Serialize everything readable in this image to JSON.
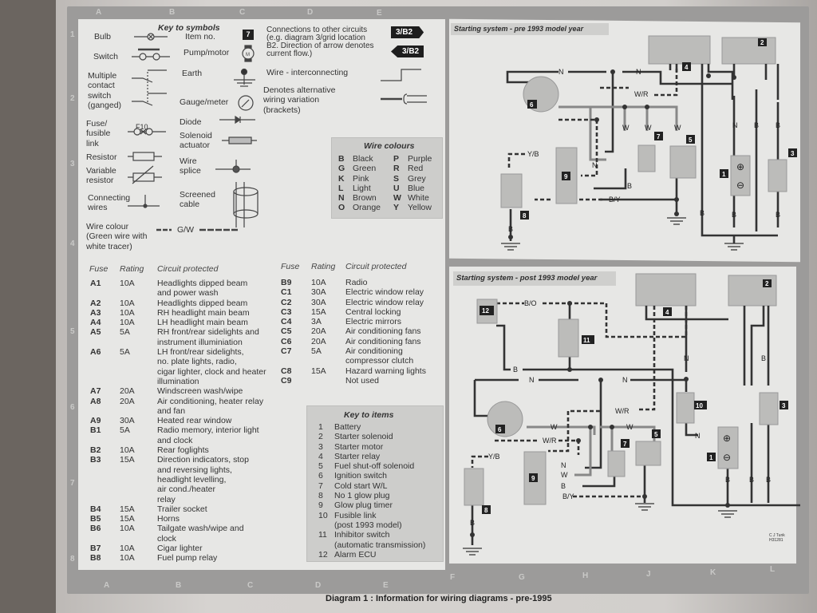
{
  "grid": {
    "top": [
      "A",
      "B",
      "C",
      "D",
      "E"
    ],
    "bottom": [
      "A",
      "B",
      "C",
      "D",
      "E",
      "F",
      "G",
      "H",
      "J",
      "K",
      "L"
    ],
    "left": [
      "1",
      "2",
      "3",
      "4",
      "5",
      "6",
      "7",
      "8"
    ]
  },
  "symbols": {
    "title": "Key to symbols",
    "bulb": "Bulb",
    "switch": "Switch",
    "multi": "Multiple\ncontact\nswitch\n(ganged)",
    "fuse": "Fuse/\nfusible\nlink",
    "fuse_tag": "F10",
    "resistor": "Resistor",
    "var_resistor": "Variable\nresistor",
    "connecting": "Connecting\nwires",
    "wire_colour": "Wire colour\n(Green wire with\nwhite tracer)",
    "gw": "G/W",
    "item_no": "Item no.",
    "item_sample": "7",
    "pump": "Pump/motor",
    "motor_m": "M",
    "earth": "Earth",
    "gauge": "Gauge/meter",
    "diode": "Diode",
    "solenoid": "Solenoid\nactuator",
    "splice": "Wire\nsplice",
    "screened": "Screened\ncable",
    "connections": "Connections to other circuits\n(e.g. diagram 3/grid location\nB2. Direction of arrow denotes\ncurrent flow.)",
    "arrow_label": "3/B2",
    "interconnecting": "Wire - interconnecting",
    "alternative": "Denotes alternative\nwiring variation\n(brackets)"
  },
  "wire_colours": {
    "title": "Wire colours",
    "items": [
      [
        "B",
        "Black"
      ],
      [
        "G",
        "Green"
      ],
      [
        "K",
        "Pink"
      ],
      [
        "L",
        "Light"
      ],
      [
        "N",
        "Brown"
      ],
      [
        "O",
        "Orange"
      ],
      [
        "P",
        "Purple"
      ],
      [
        "R",
        "Red"
      ],
      [
        "S",
        "Grey"
      ],
      [
        "U",
        "Blue"
      ],
      [
        "W",
        "White"
      ],
      [
        "Y",
        "Yellow"
      ]
    ]
  },
  "fuse_headers": {
    "fuse": "Fuse",
    "rating": "Rating",
    "circuit": "Circuit protected"
  },
  "fuses_left": [
    {
      "fuse": "A1",
      "rating": "10A",
      "circuit": "Headlights dipped beam\nand power wash"
    },
    {
      "fuse": "A2",
      "rating": "10A",
      "circuit": "Headlights dipped beam"
    },
    {
      "fuse": "A3",
      "rating": "10A",
      "circuit": "RH headlight main beam"
    },
    {
      "fuse": "A4",
      "rating": "10A",
      "circuit": "LH headlight main beam"
    },
    {
      "fuse": "A5",
      "rating": "5A",
      "circuit": "RH front/rear sidelights and\ninstrument illuminiation"
    },
    {
      "fuse": "A6",
      "rating": "5A",
      "circuit": "LH front/rear sidelights,\nno. plate lights, radio,\ncigar lighter, clock and heater\nillumination"
    },
    {
      "fuse": "A7",
      "rating": "20A",
      "circuit": "Windscreen wash/wipe"
    },
    {
      "fuse": "A8",
      "rating": "20A",
      "circuit": "Air conditioning, heater relay\nand fan"
    },
    {
      "fuse": "A9",
      "rating": "30A",
      "circuit": "Heated rear window"
    },
    {
      "fuse": "B1",
      "rating": "5A",
      "circuit": "Radio memory, interior light\nand clock"
    },
    {
      "fuse": "B2",
      "rating": "10A",
      "circuit": "Rear foglights"
    },
    {
      "fuse": "B3",
      "rating": "15A",
      "circuit": "Direction indicators, stop\nand reversing lights,\nheadlight levelling,\nair cond./heater\nrelay"
    },
    {
      "fuse": "B4",
      "rating": "15A",
      "circuit": "Trailer socket"
    },
    {
      "fuse": "B5",
      "rating": "15A",
      "circuit": "Horns"
    },
    {
      "fuse": "B6",
      "rating": "10A",
      "circuit": "Tailgate wash/wipe and\nclock"
    },
    {
      "fuse": "B7",
      "rating": "10A",
      "circuit": "Cigar lighter"
    },
    {
      "fuse": "B8",
      "rating": "10A",
      "circuit": "Fuel pump relay"
    }
  ],
  "fuses_right": [
    {
      "fuse": "B9",
      "rating": "10A",
      "circuit": "Radio"
    },
    {
      "fuse": "C1",
      "rating": "30A",
      "circuit": "Electric window relay"
    },
    {
      "fuse": "C2",
      "rating": "30A",
      "circuit": "Electric window relay"
    },
    {
      "fuse": "C3",
      "rating": "15A",
      "circuit": "Central locking"
    },
    {
      "fuse": "C4",
      "rating": "3A",
      "circuit": "Electric mirrors"
    },
    {
      "fuse": "C5",
      "rating": "20A",
      "circuit": "Air conditioning fans"
    },
    {
      "fuse": "C6",
      "rating": "20A",
      "circuit": "Air conditioning fans"
    },
    {
      "fuse": "C7",
      "rating": "5A",
      "circuit": "Air conditioning\ncompressor clutch"
    },
    {
      "fuse": "C8",
      "rating": "15A",
      "circuit": "Hazard warning lights"
    },
    {
      "fuse": "C9",
      "rating": "",
      "circuit": "Not used"
    }
  ],
  "key_items": {
    "title": "Key to items",
    "items": [
      [
        "1",
        "Battery"
      ],
      [
        "2",
        "Starter solenoid"
      ],
      [
        "3",
        "Starter motor"
      ],
      [
        "4",
        "Starter relay"
      ],
      [
        "5",
        "Fuel shut-off solenoid"
      ],
      [
        "6",
        "Ignition switch"
      ],
      [
        "7",
        "Cold start W/L"
      ],
      [
        "8",
        "No 1 glow plug"
      ],
      [
        "9",
        "Glow plug timer"
      ],
      [
        "10",
        "Fusible link\n(post 1993 model)"
      ],
      [
        "11",
        "Inhibitor switch\n(automatic transmission)"
      ],
      [
        "12",
        "Alarm ECU"
      ]
    ]
  },
  "diagram_pre": {
    "title": "Starting system - pre 1993 model year",
    "wires": {
      "n1": "N",
      "n2": "N",
      "wr": "W/R",
      "w1": "W",
      "w2": "W",
      "w3": "W",
      "yb": "Y/B",
      "n3": "N",
      "b1": "B",
      "by": "B/Y",
      "b2": "B",
      "b3": "B",
      "b4": "B",
      "b5": "B",
      "n4": "N",
      "b6": "B",
      "b7": "B"
    },
    "items": [
      "1",
      "2",
      "3",
      "4",
      "5",
      "6",
      "7",
      "8",
      "9"
    ]
  },
  "diagram_post": {
    "title": "Starting system - post 1993 model year",
    "wires": {
      "bo": "B/O",
      "b1": "B",
      "n1": "N",
      "n2": "N",
      "wr1": "W/R",
      "w1": "W",
      "w2": "W",
      "wr2": "W/R",
      "yb": "Y/B",
      "n3": "N",
      "w3": "W",
      "b2": "B",
      "by": "B/Y",
      "b3": "B",
      "n4": "N",
      "n5": "N",
      "b4": "B",
      "b5": "B",
      "b6": "B",
      "b7": "B"
    },
    "items": [
      "1",
      "2",
      "3",
      "4",
      "5",
      "6",
      "7",
      "8",
      "9",
      "10",
      "11",
      "12"
    ],
    "credit": "C J Tunk\nH31281"
  },
  "caption": "Diagram 1 : Information for wiring diagrams - pre-1995"
}
